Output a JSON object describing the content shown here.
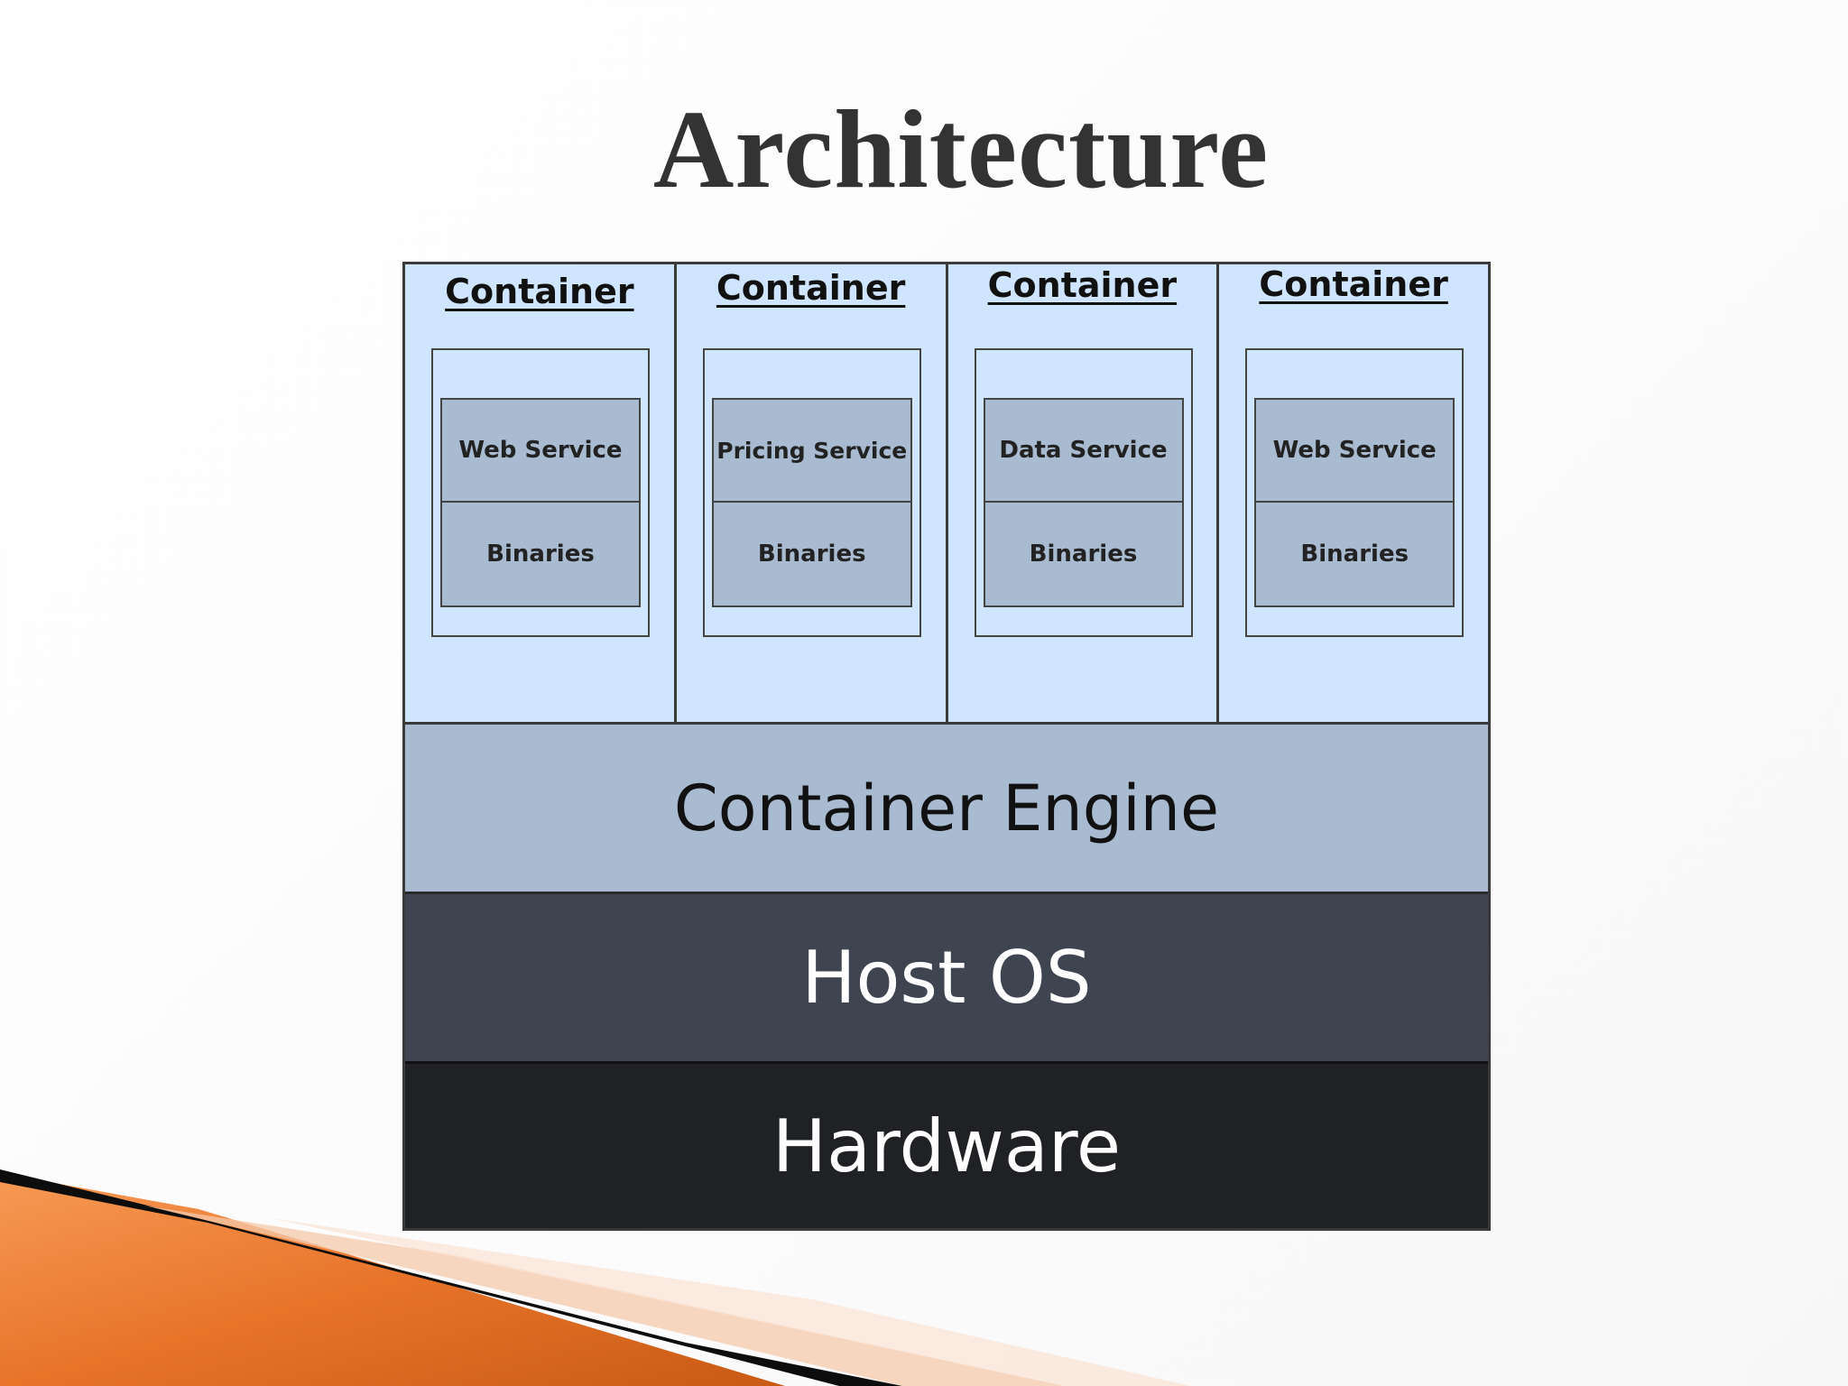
{
  "slide": {
    "title": "Architecture"
  },
  "diagram": {
    "containers": [
      {
        "heading": "Container",
        "service": "Web Service",
        "binaries": "Binaries"
      },
      {
        "heading": "Container",
        "service": "Pricing Service",
        "binaries": "Binaries"
      },
      {
        "heading": "Container",
        "service": "Data Service",
        "binaries": "Binaries"
      },
      {
        "heading": "Container",
        "service": "Web Service",
        "binaries": "Binaries"
      }
    ],
    "layers": {
      "engine": "Container Engine",
      "host_os": "Host OS",
      "hardware": "Hardware"
    }
  },
  "colors": {
    "container_bg": "#cfe5ff",
    "engine_bg": "#a9bbd0",
    "host_os_bg": "#3e4550",
    "hardware_bg": "#202124",
    "accent_orange": "#e8742a"
  }
}
